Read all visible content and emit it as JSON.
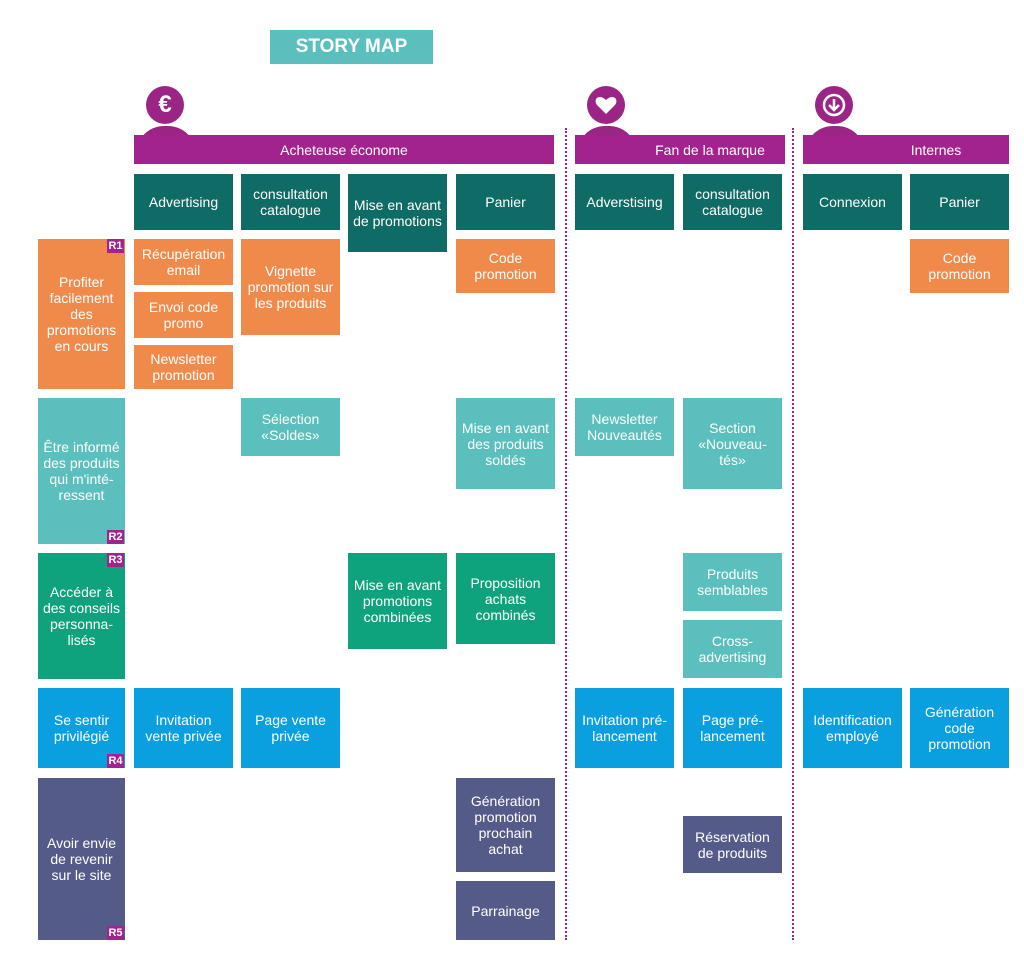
{
  "title": "STORY MAP",
  "colors": {
    "persona": "#a3238e",
    "activity": "#0e6b65",
    "r1": "#f08a4b",
    "r2": "#5bc0bd",
    "r3": "#0fa37d",
    "r4": "#0aa0e0",
    "r5": "#555b88"
  },
  "personas": [
    {
      "label": "Acheteuse économe",
      "icon": "euro-icon"
    },
    {
      "label": "Fan de la marque",
      "icon": "heart-icon"
    },
    {
      "label": "Internes",
      "icon": "download-icon"
    }
  ],
  "euro_symbol": "€",
  "activities": [
    "Advertising",
    "consultation catalogue",
    "Mise en avant de promotions",
    "Panier",
    "Adverstising",
    "consultation catalogue",
    "Connexion",
    "Panier"
  ],
  "releases": [
    {
      "tag": "R1",
      "label": "Profiter facilement des promotions en cours"
    },
    {
      "tag": "R2",
      "label": "Être informé des produits qui m'inté-ressent"
    },
    {
      "tag": "R3",
      "label": "Accéder à des conseils personna-lisés"
    },
    {
      "tag": "R4",
      "label": "Se sentir privilégié"
    },
    {
      "tag": "R5",
      "label": "Avoir envie de revenir sur le site"
    }
  ],
  "stories": {
    "r1_recup": "Récupération email",
    "r1_envoi": "Envoi code promo",
    "r1_news": "Newsletter promotion",
    "r1_vignette": "Vignette promotion sur les produits",
    "r1_code": "Code promotion",
    "r1_code2": "Code promotion",
    "r2_selection": "Sélection «Soldes»",
    "r2_mise": "Mise en avant des produits soldés",
    "r2_news": "Newsletter Nouveautés",
    "r2_section": "Section «Nouveau-tés»",
    "r3_mise": "Mise en avant promotions combinées",
    "r3_prop": "Proposition achats combinés",
    "r3_produits": "Produits semblables",
    "r3_cross": "Cross-advertising",
    "r4_invit": "Invitation vente privée",
    "r4_page": "Page vente privée",
    "r4_invit2": "Invitation pré-lancement",
    "r4_page2": "Page pré-lancement",
    "r4_ident": "Identification employé",
    "r4_gen": "Génération code promotion",
    "r5_gen": "Génération promotion prochain achat",
    "r5_parrain": "Parrainage",
    "r5_reserv": "Réservation de produits"
  }
}
